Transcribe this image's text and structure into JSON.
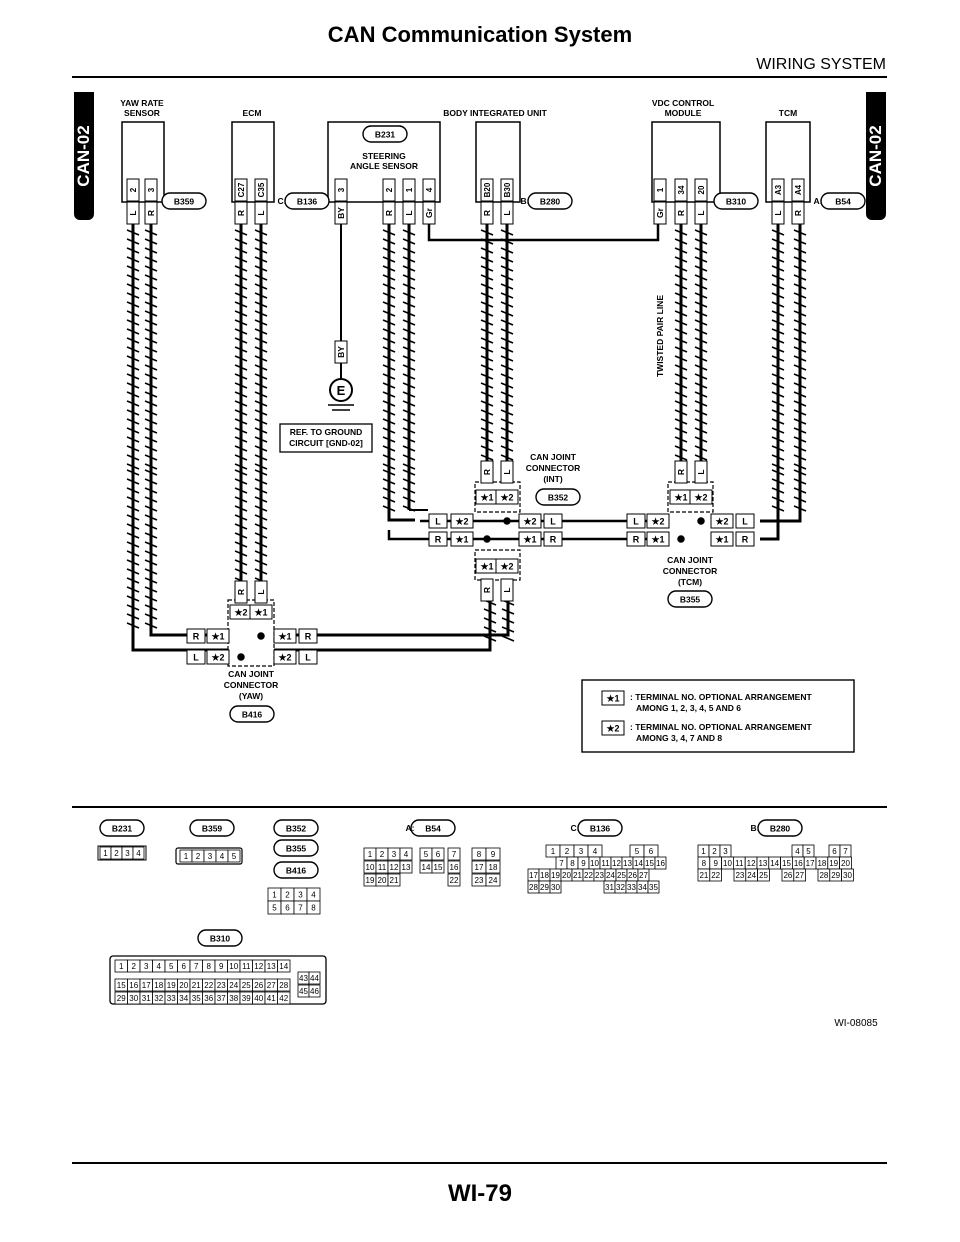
{
  "header": {
    "title": "CAN Communication System",
    "section": "WIRING SYSTEM",
    "side_tab": "CAN-02"
  },
  "footer": {
    "page": "WI-79",
    "figure_id": "WI-08085"
  },
  "modules": {
    "yaw": "YAW RATE SENSOR",
    "ecm": "ECM",
    "biu": "BODY INTEGRATED UNIT",
    "steer": "STEERING ANGLE SENSOR",
    "vdc": "VDC CONTROL MODULE",
    "tcm": "TCM"
  },
  "connectors": {
    "b359": "B359",
    "b136": "B136",
    "b231": "B231",
    "b280": "B280",
    "b310": "B310",
    "b54": "B54",
    "b352": "B352",
    "b355": "B355",
    "b416": "B416",
    "pfx_a": "A:",
    "pfx_b": "B:",
    "pfx_c": "C:"
  },
  "pins": {
    "yaw": [
      "2",
      "3"
    ],
    "ecm": [
      "C27",
      "C35"
    ],
    "steer": [
      "3",
      "2",
      "1",
      "4"
    ],
    "biu": [
      "B20",
      "B30"
    ],
    "vdc": [
      "1",
      "34",
      "20"
    ],
    "tcm": [
      "A3",
      "A4"
    ]
  },
  "wires": {
    "yaw": [
      "L",
      "R"
    ],
    "ecm": [
      "R",
      "L"
    ],
    "steer": [
      "BY",
      "R",
      "L",
      "Gr"
    ],
    "biu": [
      "R",
      "L"
    ],
    "vdc": [
      "Gr",
      "R",
      "L"
    ],
    "tcm": [
      "L",
      "R"
    ],
    "ground": "BY"
  },
  "labels": {
    "ground_ref": [
      "REF. TO GROUND",
      "CIRCUIT [GND-02]"
    ],
    "ground_symbol": "E",
    "twisted": "TWISTED PAIR LINE",
    "joint_int": [
      "CAN JOINT",
      "CONNECTOR",
      "(INT)"
    ],
    "joint_tcm": [
      "CAN JOINT",
      "CONNECTOR",
      "(TCM)"
    ],
    "joint_yaw": [
      "CAN JOINT",
      "CONNECTOR",
      "(YAW)"
    ],
    "star1": "★1",
    "star2": "★2",
    "wire_r": "R",
    "wire_l": "L"
  },
  "legend": [
    {
      "mark": "★1",
      "line1": ": TERMINAL NO. OPTIONAL ARRANGEMENT",
      "line2": "AMONG 1, 2, 3, 4, 5 AND 6"
    },
    {
      "mark": "★2",
      "line1": ": TERMINAL NO. OPTIONAL ARRANGEMENT",
      "line2": "AMONG 3, 4, 7 AND 8"
    }
  ],
  "connector_faces": {
    "b231": [
      "1",
      "2",
      "3",
      "4"
    ],
    "b359": [
      "1",
      "2",
      "3",
      "4",
      "5"
    ],
    "b352_grid": [
      [
        "1",
        "2",
        "3",
        "4"
      ],
      [
        "5",
        "6",
        "7",
        "8"
      ]
    ],
    "b54_rows": [
      [
        "1",
        "2",
        "3",
        "4",
        "5",
        "6",
        "7",
        "8",
        "9"
      ],
      [
        "10",
        "11",
        "12",
        "13",
        "14",
        "15",
        "16",
        "17",
        "18"
      ],
      [
        "19",
        "20",
        "21",
        "22",
        "23",
        "24"
      ]
    ],
    "b136_rows": [
      [
        "1",
        "2",
        "3",
        "4",
        "5",
        "6"
      ],
      [
        "7",
        "8",
        "9",
        "10",
        "11",
        "12",
        "13",
        "14",
        "15",
        "16"
      ],
      [
        "17",
        "18",
        "19",
        "20",
        "21",
        "22",
        "23",
        "24",
        "25",
        "26",
        "27"
      ],
      [
        "28",
        "29",
        "30",
        "31",
        "32",
        "33",
        "34",
        "35"
      ]
    ],
    "b280_rows": [
      [
        "1",
        "2",
        "3",
        "4",
        "5",
        "6",
        "7"
      ],
      [
        "8",
        "9",
        "10",
        "11",
        "12",
        "13",
        "14",
        "15",
        "16",
        "17",
        "18",
        "19",
        "20"
      ],
      [
        "21",
        "22",
        "23",
        "24",
        "25",
        "26",
        "27",
        "28",
        "29",
        "30"
      ]
    ],
    "b310_rows": [
      [
        "1",
        "2",
        "3",
        "4",
        "5",
        "6",
        "7",
        "8",
        "9",
        "10",
        "11",
        "12",
        "13",
        "14"
      ],
      [
        "15",
        "16",
        "17",
        "18",
        "19",
        "20",
        "21",
        "22",
        "23",
        "24",
        "25",
        "26",
        "27",
        "28"
      ],
      [
        "29",
        "30",
        "31",
        "32",
        "33",
        "34",
        "35",
        "36",
        "37",
        "38",
        "39",
        "40",
        "41",
        "42"
      ]
    ],
    "b310_side": [
      [
        "43",
        "44"
      ],
      [
        "45",
        "46"
      ]
    ]
  }
}
